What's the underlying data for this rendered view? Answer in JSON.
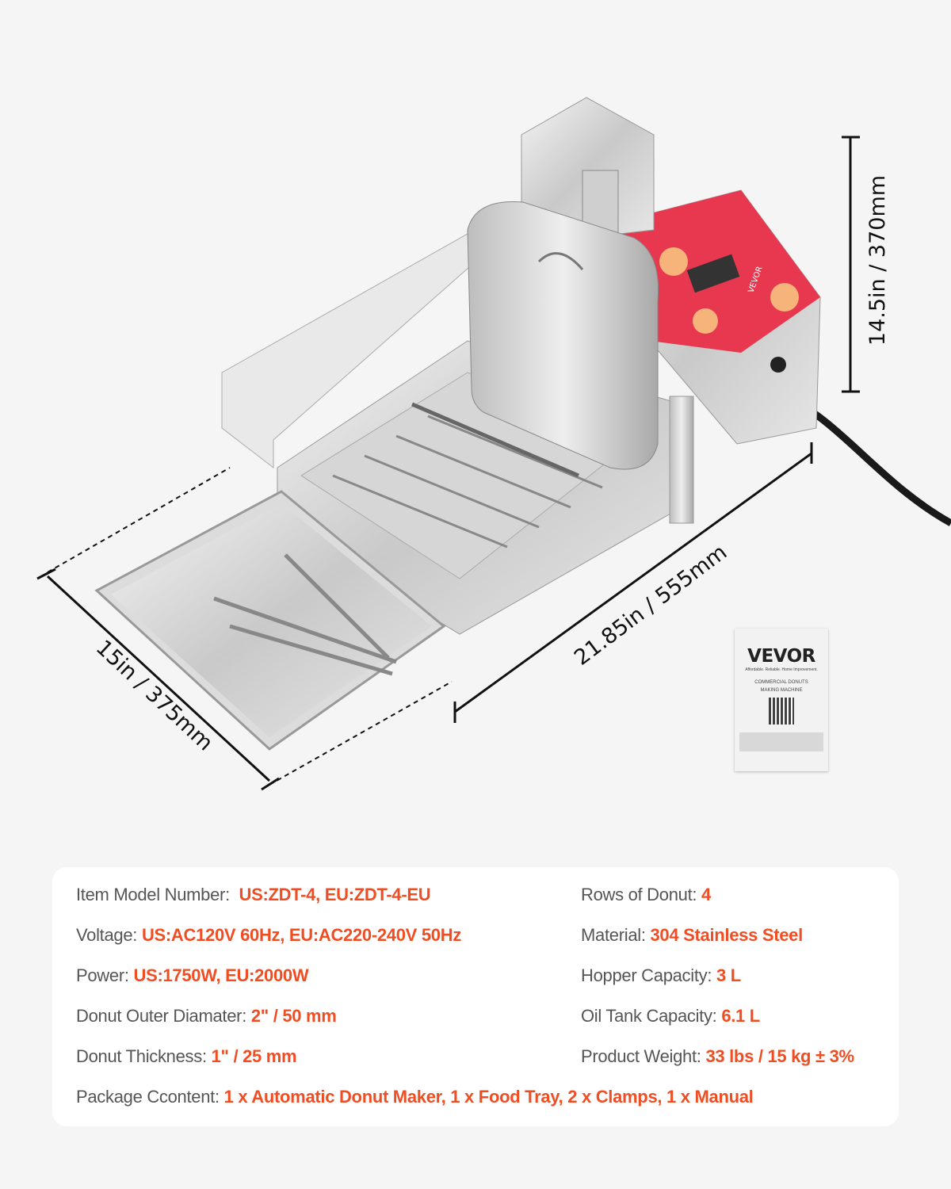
{
  "dimensions": {
    "height": "14.5in / 370mm",
    "length": "21.85in / 555mm",
    "width": "15in / 375mm"
  },
  "manual": {
    "brand": "VEVOR",
    "tagline": "Affordable. Reliable. Home Improvement.",
    "title_line1": "COMMERCIAL DONUTS",
    "title_line2": "MAKING MACHINE"
  },
  "control_panel_brand": "VEVOR",
  "colors": {
    "accent": "#f04d23",
    "label": "#555555",
    "panel_red": "#e8384f"
  },
  "specs": {
    "left": [
      {
        "label": "Item Model Number:",
        "value": "US:ZDT-4, EU:ZDT-4-EU"
      },
      {
        "label": "Voltage:",
        "value": "US:AC120V 60Hz, EU:AC220-240V 50Hz"
      },
      {
        "label": "Power:",
        "value": "US:1750W, EU:2000W"
      },
      {
        "label": "Donut Outer Diamater:",
        "value": "2\" / 50 mm"
      },
      {
        "label": "Donut Thickness:",
        "value": "1\" / 25 mm"
      }
    ],
    "right": [
      {
        "label": "Rows of Donut:",
        "value": "4"
      },
      {
        "label": "Material:",
        "value": "304 Stainless Steel"
      },
      {
        "label": "Hopper Capacity:",
        "value": "3 L"
      },
      {
        "label": "Oil Tank Capacity:",
        "value": "6.1 L"
      },
      {
        "label": "Product Weight:",
        "value": "33 lbs / 15 kg ± 3%"
      }
    ],
    "package": {
      "label": "Package Ccontent:",
      "value": "1 x Automatic Donut Maker, 1 x Food Tray, 2 x Clamps, 1 x Manual"
    }
  }
}
